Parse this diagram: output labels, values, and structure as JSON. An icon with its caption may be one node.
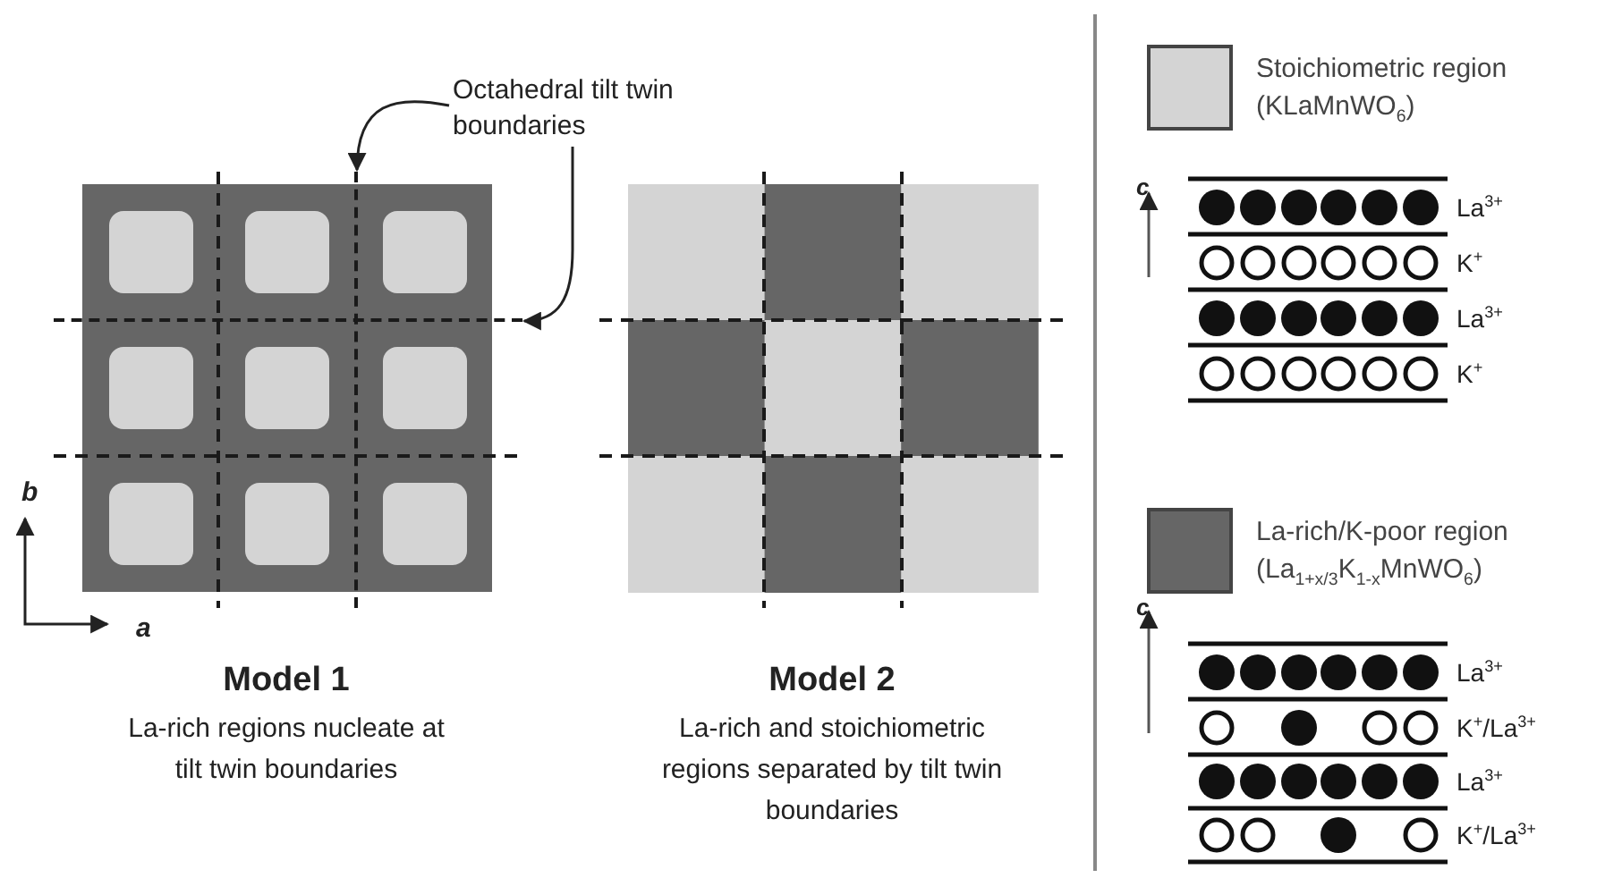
{
  "diagram": {
    "nodes": [
      {
        "text": [
          "Octahedral tilt twin boundaries"
        ]
      },
      {
        "text": [],
        "shape": "line"
      },
      {
        "text": [],
        "shape": "line"
      }
    ],
    "edges": [
      {
        "from": 0,
        "to": 1,
        "arrow": "to"
      },
      {
        "from": 0,
        "to": 2,
        "arrow": "to"
      }
    ],
    "labels": [
      "b",
      "a",
      "Model 1",
      "La-rich regions nucleate at tilt twin boundaries",
      "Model 2",
      "La-rich and stoichiometric regions separated by tilt twin boundaries",
      "c",
      "La$^{3+}$",
      "K$^{+}$",
      "La$^{3+}$",
      "K$^{+}$",
      "c",
      "La$^{3+}$",
      "K$^{+}$/La$^{3+}$",
      "La$^{3+}$",
      "K$^{+}$/La$^{3+}$"
    ],
    "legend": [
      {
        "text": "Stoichiometric region (KLaMnWO$_{6}$)",
        "color": "#d4d4d4"
      },
      {
        "text": "La-rich/K-poor region (La$_{1+x/3}$K$_{1-x}$MnWO$_{6}$)",
        "color": "#666666"
      }
    ]
  }
}
